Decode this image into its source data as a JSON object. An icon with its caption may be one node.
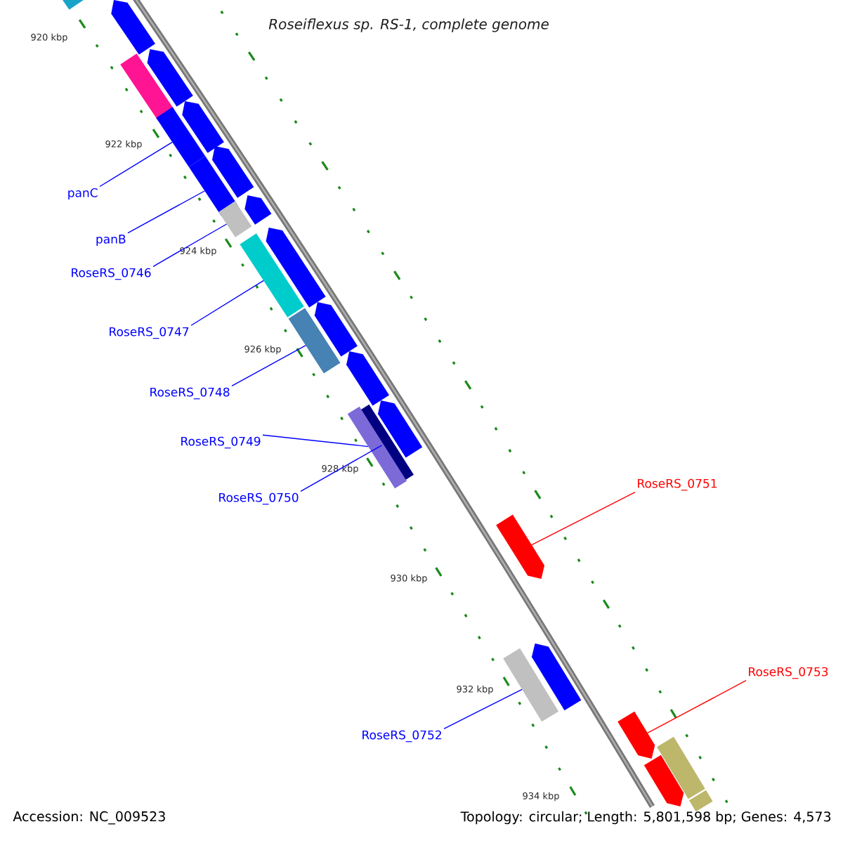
{
  "diagram": {
    "title": "Roseiflexus sp. RS-1, complete genome",
    "nodes": [
      {
        "text": [
          "panC"
        ]
      },
      {
        "text": [
          "panB"
        ]
      },
      {
        "text": [
          "RoseRS_0746"
        ]
      },
      {
        "text": [
          "RoseRS_0747"
        ]
      },
      {
        "text": [
          "RoseRS_0748"
        ]
      },
      {
        "text": [
          "RoseRS_0749"
        ]
      },
      {
        "text": [
          "RoseRS_0750"
        ]
      },
      {
        "text": [
          "RoseRS_0751"
        ]
      },
      {
        "text": [
          "RoseRS_0752"
        ]
      },
      {
        "text": [
          "RoseRS_0753"
        ]
      },
      {
        "text": [],
        "shape": "box"
      },
      {
        "text": [],
        "shape": "arrow"
      },
      {
        "text": [],
        "shape": "arrow"
      },
      {
        "text": [],
        "shape": "box"
      },
      {
        "text": [],
        "shape": "arrow"
      },
      {
        "text": [],
        "shape": "box"
      },
      {
        "text": [],
        "shape": "arrow"
      },
      {
        "text": [],
        "shape": "box"
      },
      {
        "text": [],
        "shape": "arrow"
      },
      {
        "text": [],
        "shape": "box"
      },
      {
        "text": [],
        "shape": "arrow"
      },
      {
        "text": [],
        "shape": "box"
      },
      {
        "text": [],
        "shape": "arrow"
      },
      {
        "text": [],
        "shape": "box"
      },
      {
        "text": [],
        "shape": "arrow"
      },
      {
        "text": [],
        "shape": "arrow"
      },
      {
        "text": [],
        "shape": "box"
      },
      {
        "text": [],
        "shape": "box"
      },
      {
        "text": [],
        "shape": "arrow"
      },
      {
        "text": [],
        "shape": "arrow"
      },
      {
        "text": [],
        "shape": "box"
      },
      {
        "text": [],
        "shape": "arrow"
      },
      {
        "text": [],
        "shape": "box"
      },
      {
        "text": [],
        "shape": "arrow"
      },
      {
        "text": [],
        "shape": "box"
      }
    ],
    "edges": [
      {
        "from": 0,
        "to": 15,
        "arrow": "none"
      },
      {
        "from": 1,
        "to": 17,
        "arrow": "none"
      },
      {
        "from": 2,
        "to": 19,
        "arrow": "none"
      },
      {
        "from": 3,
        "to": 21,
        "arrow": "none"
      },
      {
        "from": 4,
        "to": 23,
        "arrow": "none"
      },
      {
        "from": 5,
        "to": 27,
        "arrow": "none"
      },
      {
        "from": 6,
        "to": 26,
        "arrow": "none"
      },
      {
        "from": 7,
        "to": 28,
        "arrow": "none",
        "color": "#ff0000"
      },
      {
        "from": 8,
        "to": 30,
        "arrow": "none"
      },
      {
        "from": 9,
        "to": 31,
        "arrow": "none",
        "color": "#ff0000"
      }
    ],
    "labels": [
      "920 kbp",
      "922 kbp",
      "924 kbp",
      "926 kbp",
      "928 kbp",
      "930 kbp",
      "932 kbp",
      "934 kbp",
      "Accession: NC_009523",
      "Topology: circular; Length: 5,801,598 bp; Genes: 4,573"
    ]
  }
}
